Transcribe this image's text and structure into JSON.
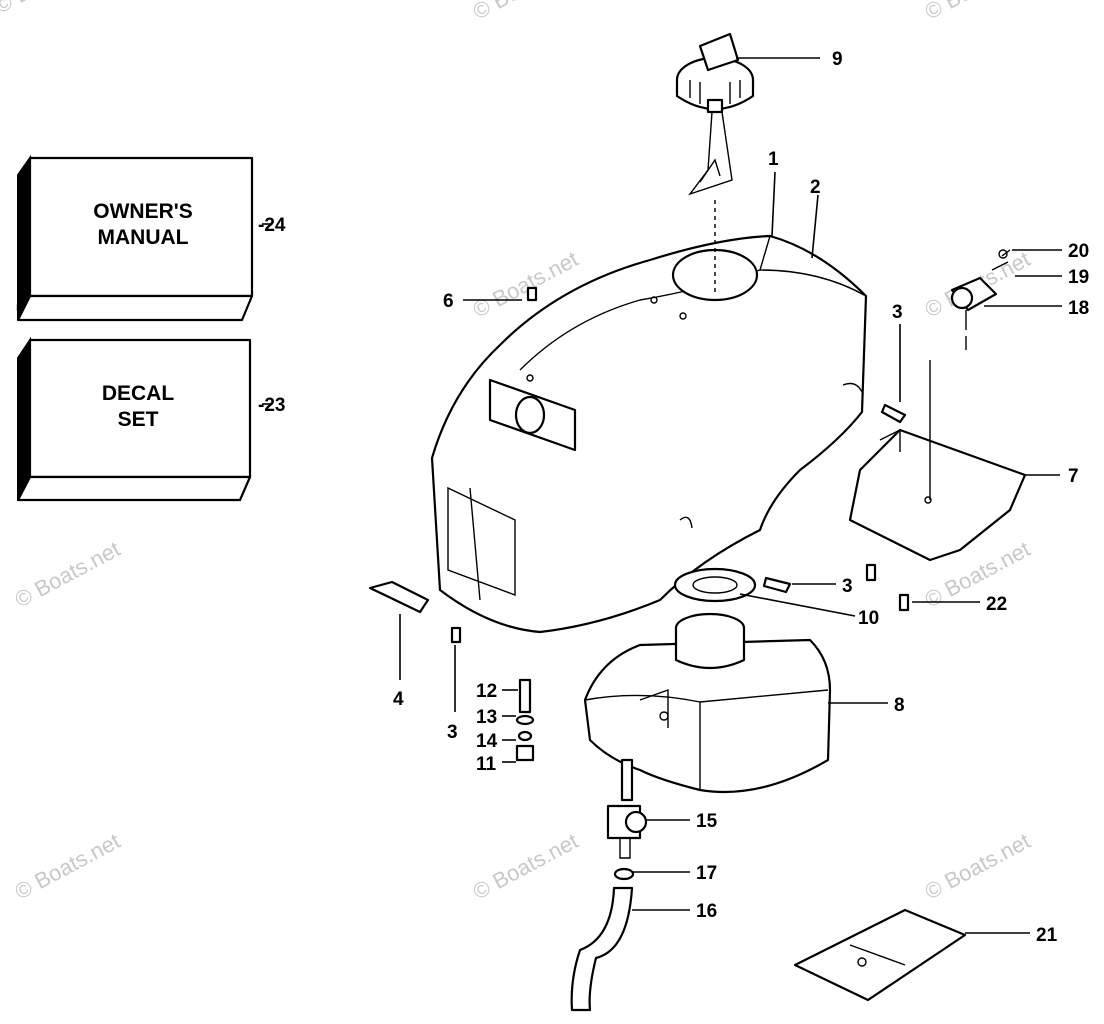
{
  "diagram": {
    "watermark": "© Boats.net",
    "boxes": {
      "owners_manual_line1": "OWNER'S",
      "owners_manual_line2": "MANUAL",
      "decal_set_line1": "DECAL",
      "decal_set_line2": "SET"
    },
    "callouts": {
      "c1": "1",
      "c2": "2",
      "c3a": "3",
      "c3b": "3",
      "c3c": "3",
      "c4": "4",
      "c6": "6",
      "c7": "7",
      "c8": "8",
      "c9": "9",
      "c10": "10",
      "c11": "11",
      "c12": "12",
      "c13": "13",
      "c14": "14",
      "c15": "15",
      "c16": "16",
      "c17": "17",
      "c18": "18",
      "c19": "19",
      "c20": "20",
      "c21": "21",
      "c22": "22",
      "c23": "-23",
      "c24": "-24"
    }
  }
}
